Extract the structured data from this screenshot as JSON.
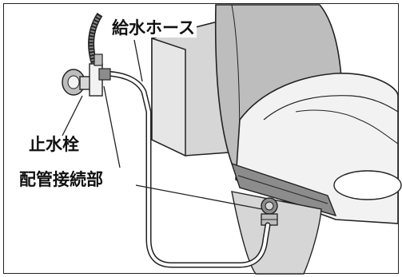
{
  "figure": {
    "labels": {
      "supply_hose": "給水ホース",
      "stop_valve": "止水栓",
      "pipe_joint": "配管接続部"
    }
  },
  "colors": {
    "background": "#ffffff",
    "outline": "#222222",
    "light_fill": "#f2f2f2",
    "mid_fill": "#d6d6d6",
    "dark_fill": "#8c8c8c",
    "shadow_fill": "#bdbdbd"
  }
}
